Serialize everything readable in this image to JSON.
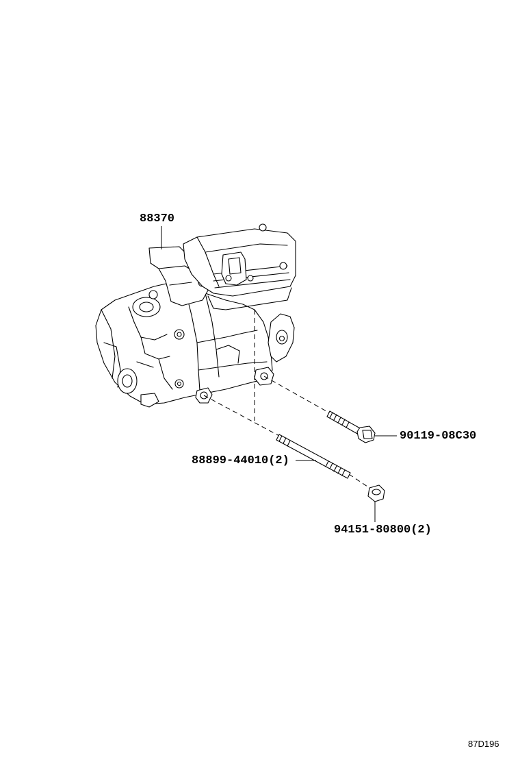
{
  "callouts": {
    "bracket": {
      "label": "88370"
    },
    "bolt": {
      "label": "90119-08C30"
    },
    "stud": {
      "label": "88899-44010(2)"
    },
    "nut": {
      "label": "94151-80800(2)"
    }
  },
  "drawing_code": "87D196",
  "colors": {
    "line": "#000000",
    "background": "#ffffff"
  }
}
